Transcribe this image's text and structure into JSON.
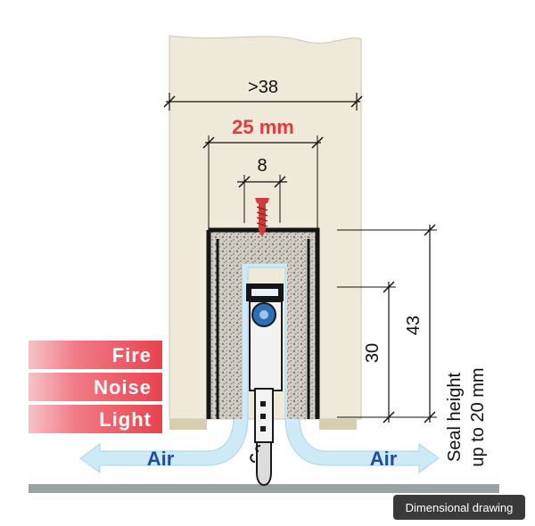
{
  "dimensions": {
    "outer_width": ">38",
    "channel_width": "25 mm",
    "fixing_width": "8",
    "height_total": "43",
    "height_inner": "30"
  },
  "labels": {
    "fire": "Fire",
    "noise": "Noise",
    "light": "Light",
    "air_left": "Air",
    "air_right": "Air",
    "seal_line1": "Seal height",
    "seal_line2": "up to 20 mm"
  },
  "caption": "Dimensional drawing",
  "colors": {
    "door": "#efe9da",
    "frame": "#151515",
    "foam": "#b8b3ab",
    "air": "#cfeaf7",
    "air_text": "#1f4e99",
    "tag_red": "#e8434e",
    "dim_red": "#e23b3b",
    "floor": "#9aa2a6"
  }
}
